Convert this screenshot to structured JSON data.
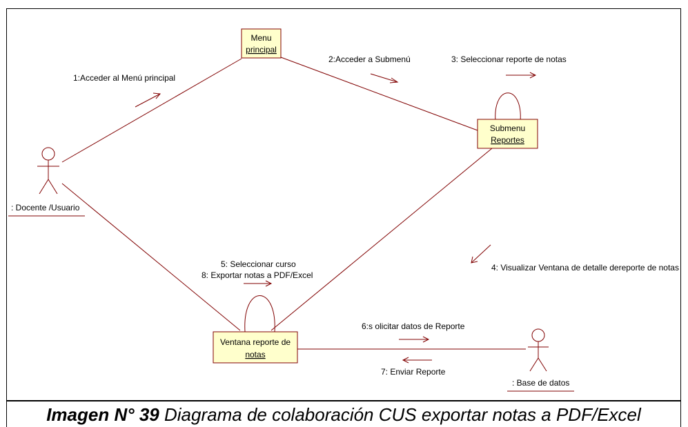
{
  "objects": {
    "menu": {
      "line1": "Menu",
      "line2": "principal"
    },
    "submenu": {
      "line1": "Submenu",
      "line2": "Reportes"
    },
    "ventana": {
      "line1": "Ventana reporte de",
      "line2": "notas"
    }
  },
  "actors": {
    "docente": ": Docente /Usuario",
    "base": ": Base de datos"
  },
  "messages": {
    "m1": "1:Acceder al Menú principal",
    "m2": "2:Acceder a Submenú",
    "m3": "3: Seleccionar reporte de notas",
    "m4": "4: Visualizar Ventana de detalle dereporte de notas",
    "m5": "5: Seleccionar curso",
    "m8": "8: Exportar notas a PDF/Excel",
    "m6": "6:s olicitar datos de Reporte",
    "m7": "7: Enviar Reporte"
  },
  "caption": {
    "bold": "Imagen N° 39",
    "text": " Diagrama de colaboración CUS exportar notas a PDF/Excel"
  },
  "colors": {
    "box_fill": "#ffffcc",
    "box_border": "#800000",
    "line": "#800000"
  }
}
